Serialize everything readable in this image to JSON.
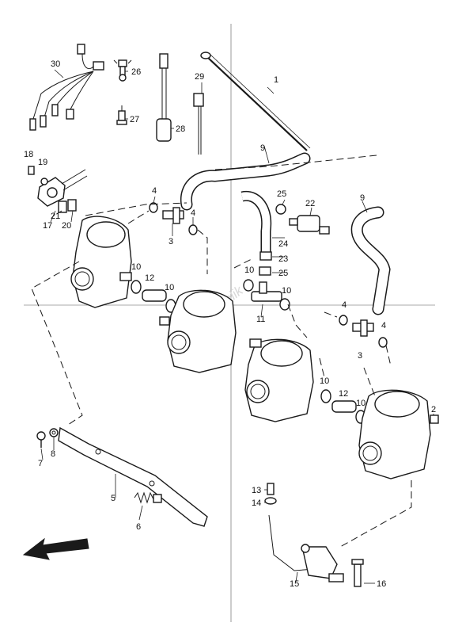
{
  "diagram": {
    "watermark": "Partsrepublik",
    "callouts": {
      "c1": "1",
      "c2": "2",
      "c3a": "3",
      "c3b": "3",
      "c4a": "4",
      "c4b": "4",
      "c4c": "4",
      "c4d": "4",
      "c5": "5",
      "c6": "6",
      "c7": "7",
      "c8": "8",
      "c9a": "9",
      "c9b": "9",
      "c10a": "10",
      "c10b": "10",
      "c10c": "10",
      "c10d": "10",
      "c10e": "10",
      "c10f": "10",
      "c11": "11",
      "c12a": "12",
      "c12b": "12",
      "c13": "13",
      "c14": "14",
      "c15": "15",
      "c16": "16",
      "c17": "17",
      "c18": "18",
      "c19": "19",
      "c20": "20",
      "c21": "21",
      "c22": "22",
      "c23": "23",
      "c24": "24",
      "c25a": "25",
      "c25b": "25",
      "c26": "26",
      "c27": "27",
      "c28": "28",
      "c29": "29",
      "c30": "30"
    }
  }
}
